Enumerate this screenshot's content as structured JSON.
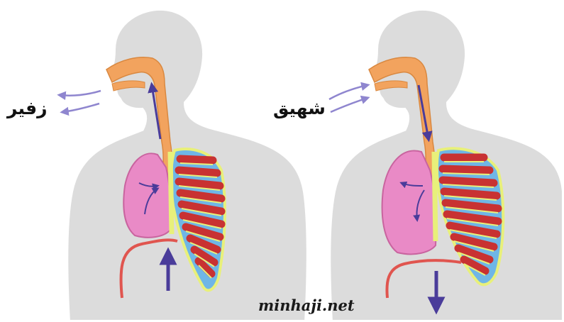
{
  "figures": [
    {
      "id": "exhale",
      "label": "زفير"
    },
    {
      "id": "inhale",
      "label": "شهيق"
    }
  ],
  "watermark": "minhaji.net",
  "colors": {
    "body_fill": "#dcdcdc",
    "body_outline": "#ffffff",
    "airway": "#f2a35e",
    "lung": "#e98ac6",
    "rib_red": "#c83232",
    "rib_blue": "#6fb6e6",
    "rib_yellow": "#e8f07a",
    "diaphragm": "#e0554f",
    "arrow": "#4a3c9a",
    "air_arrow": "#8f86cf"
  }
}
